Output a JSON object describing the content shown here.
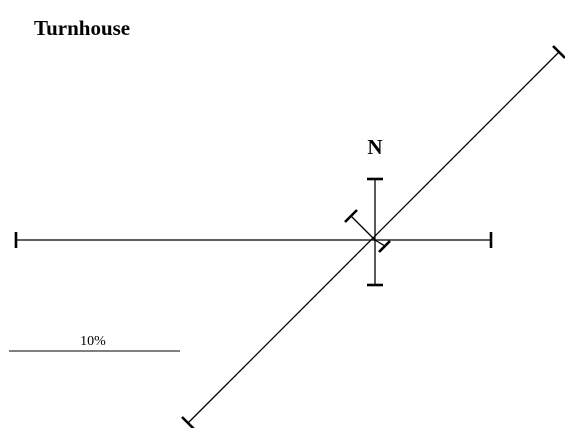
{
  "title": "Turnhouse",
  "north_label": "N",
  "scale": {
    "label": "10%"
  },
  "colors": {
    "line": "#000000",
    "background": "#ffffff"
  }
}
